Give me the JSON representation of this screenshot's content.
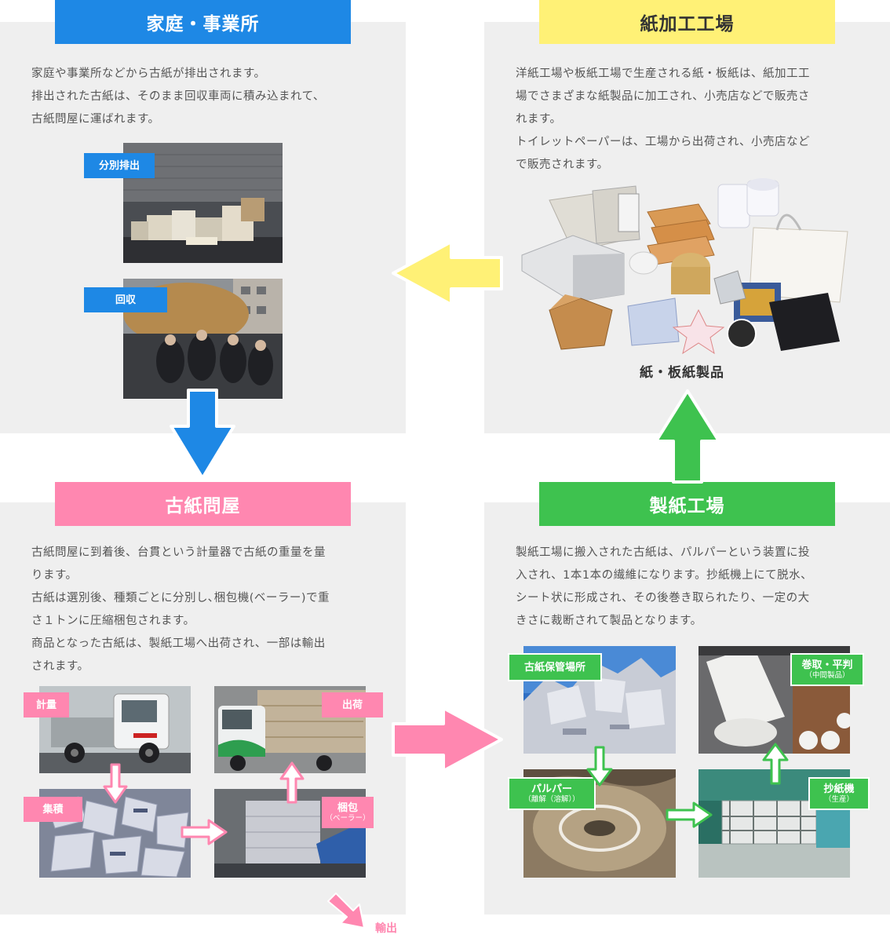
{
  "home": {
    "title": "家庭・事業所",
    "lines": [
      "家庭や事業所などから古紙が排出されます。",
      "排出された古紙は、そのまま回収車両に積み込まれて、",
      "古紙問屋に運ばれます。"
    ],
    "tag_sort": "分別排出",
    "tag_collect": "回収"
  },
  "converter": {
    "title": "紙加工工場",
    "lines": [
      "洋紙工場や板紙工場で生産される紙・板紙は、紙加工工",
      "場でさまざまな紙製品に加工され、小売店などで販売さ",
      "れます。",
      "トイレットペーパーは、工場から出荷され、小売店など",
      "で販売されます。"
    ],
    "caption": "紙・板紙製品"
  },
  "dealer": {
    "title": "古紙問屋",
    "lines": [
      "古紙問屋に到着後、台貫という計量器で古紙の重量を量",
      "ります。",
      "古紙は選別後、種類ごとに分別し､梱包機(ベーラー)で重",
      "さ１トンに圧縮梱包されます。",
      "商品となった古紙は、製紙工場へ出荷され、一部は輸出",
      "されます。"
    ],
    "tag_weigh": "計量",
    "tag_ship": "出荷",
    "tag_gather": "集積",
    "tag_pack": "梱包",
    "tag_pack_sub": "（ベーラー）",
    "export": "輸出"
  },
  "mill": {
    "title": "製紙工場",
    "lines": [
      "製紙工場に搬入された古紙は、パルパーという装置に投",
      "入され、1本1本の繊維になります。抄紙機上にて脱水、",
      "シート状に形成され、その後巻き取られたり、一定の大",
      "きさに裁断されて製品となります。"
    ],
    "tag_storage": "古紙保管場所",
    "tag_reel": "巻取・平判",
    "tag_reel_sub": "（中間製品）",
    "tag_pulper": "パルパー",
    "tag_pulper_sub": "（離解（溶解））",
    "tag_machine": "抄紙機",
    "tag_machine_sub": "（生産）"
  },
  "colors": {
    "blue": "#1e88e5",
    "yellow": "#fff176",
    "pink": "#ff87b0",
    "green": "#3ec24f",
    "panel": "#efefef"
  }
}
